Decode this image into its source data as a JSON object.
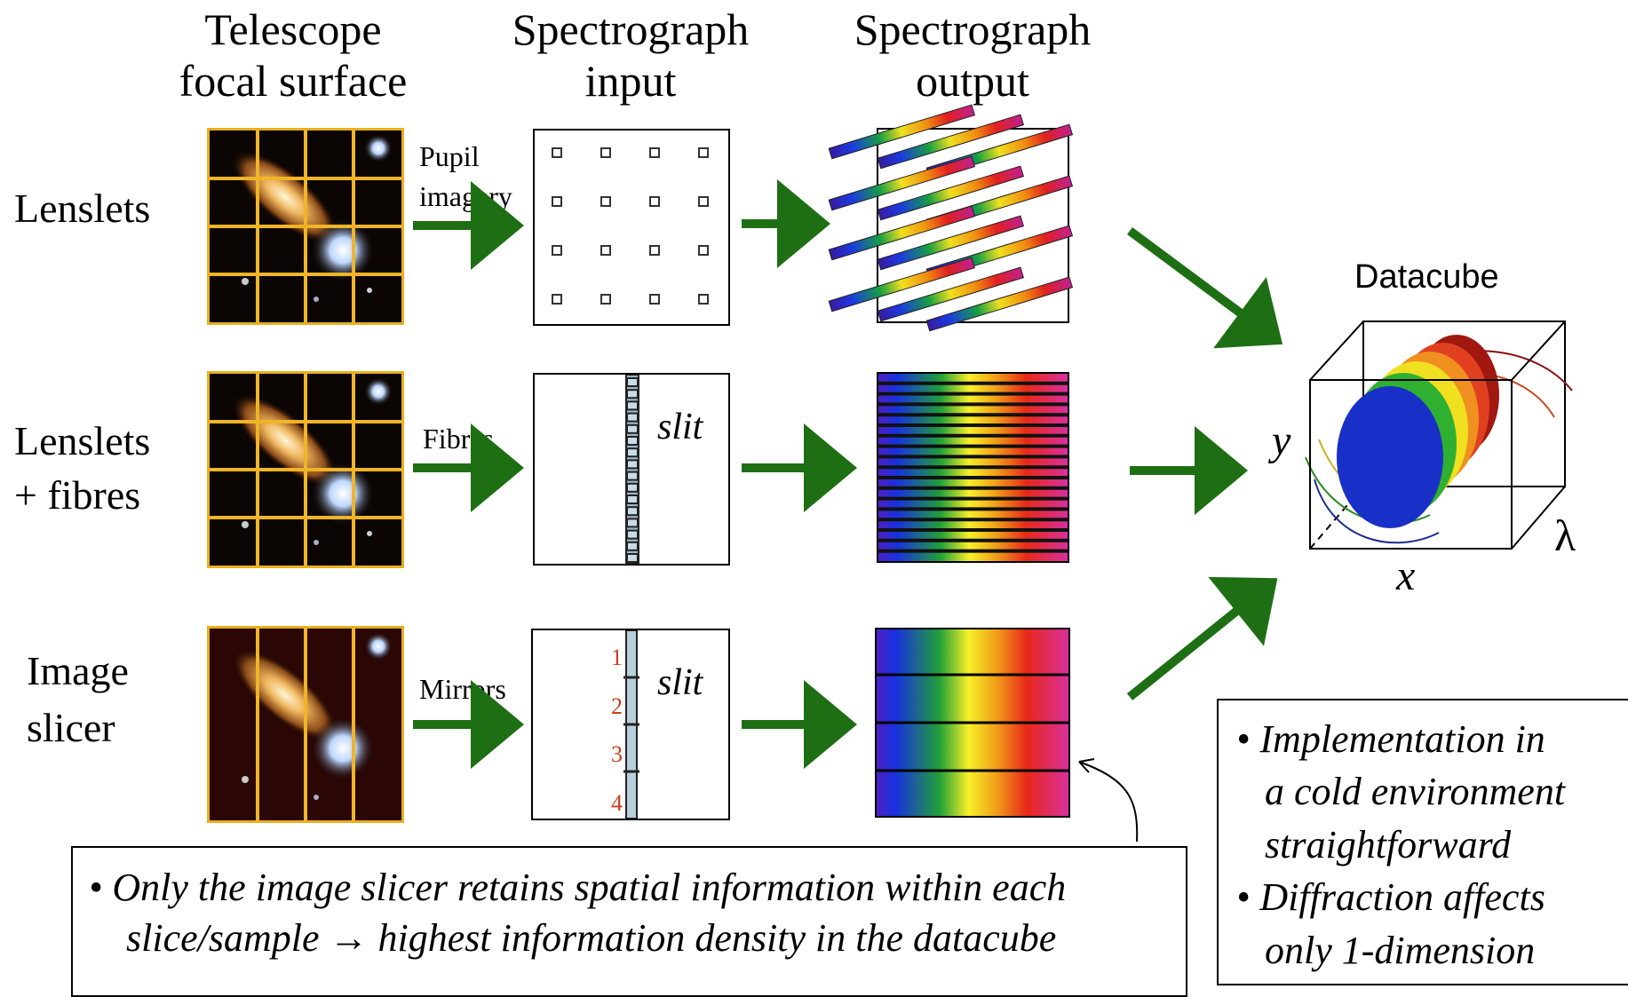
{
  "headers": {
    "col1": [
      "Telescope",
      "focal surface"
    ],
    "col2": [
      "Spectrograph",
      "input"
    ],
    "col3": [
      "Spectrograph",
      "output"
    ]
  },
  "rows": {
    "lenslets": {
      "label": "Lenslets",
      "arrow_label": [
        "Pupil",
        "imagery"
      ]
    },
    "lenslets_fibres": {
      "label": [
        "Lenslets",
        "+ fibres"
      ],
      "arrow_label": "Fibres",
      "slit_label": "slit"
    },
    "image_slicer": {
      "label": [
        "Image",
        "slicer"
      ],
      "arrow_label": "Mirrors",
      "slit_label": "slit",
      "slice_numbers": [
        "1",
        "2",
        "3",
        "4"
      ]
    }
  },
  "datacube": {
    "title": "Datacube",
    "axis_x": "x",
    "axis_y": "y",
    "axis_lambda": "λ"
  },
  "notes": {
    "bottom": [
      "• Only the image slicer retains spatial information within each",
      "slice/sample → highest information density in the datacube"
    ],
    "right": [
      "• Implementation in",
      "a cold environment",
      "straightforward",
      "• Diffraction affects",
      "only 1-dimension"
    ]
  },
  "colors": {
    "arrow": "#1e6f14",
    "grid": "#f0b428",
    "slice_number": "#c8401a"
  }
}
